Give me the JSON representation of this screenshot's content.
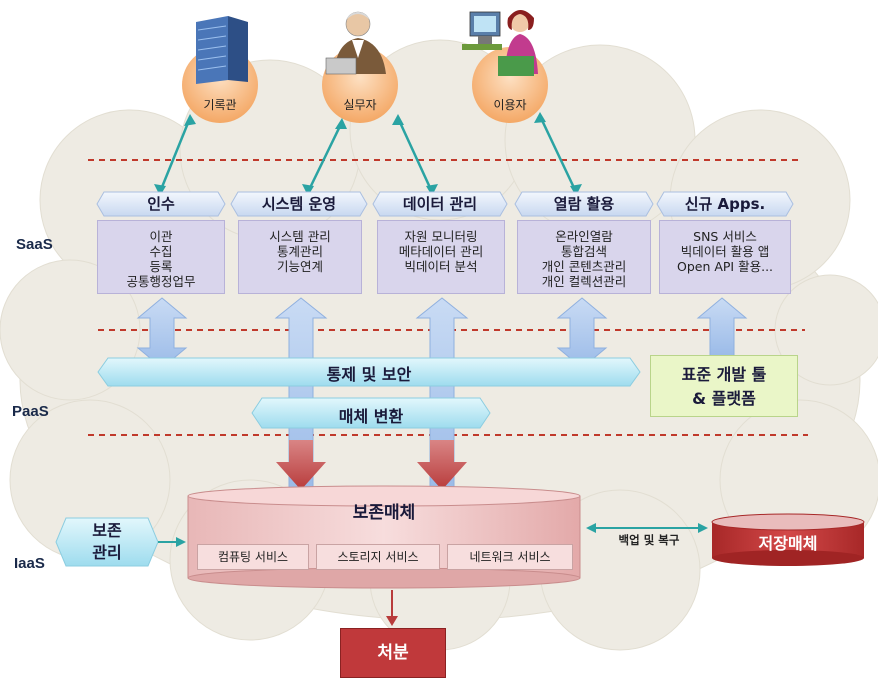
{
  "actors": [
    {
      "label": "기록관",
      "icon": "building-icon"
    },
    {
      "label": "실무자",
      "icon": "worker-icon"
    },
    {
      "label": "이용자",
      "icon": "user-at-computer-icon"
    }
  ],
  "layers": {
    "saas": "SaaS",
    "paas": "PaaS",
    "iaas": "IaaS"
  },
  "services": [
    {
      "title": "인수",
      "items": [
        "이관",
        "수집",
        "등록",
        "공통행정업무"
      ]
    },
    {
      "title": "시스템 운영",
      "items": [
        "시스템 관리",
        "통계관리",
        "기능연계"
      ]
    },
    {
      "title": "데이터 관리",
      "items": [
        "자원 모니터링",
        "메타데이터 관리",
        "빅데이터 분석"
      ]
    },
    {
      "title": "열람 활용",
      "items": [
        "온라인열람",
        "통합검색",
        "개인 콘텐츠관리",
        "개인 컬렉션관리"
      ]
    },
    {
      "title": "신규 Apps.",
      "items": [
        "SNS 서비스",
        "빅데이터 활용 앱",
        "Open API 활용..."
      ]
    }
  ],
  "control_security": "통제 및 보안",
  "tools": {
    "line1": "표준 개발 툴",
    "line2": "& 플랫폼"
  },
  "media_conversion": "매체 변환",
  "preservation_media": {
    "title": "보존매체",
    "services": [
      "컴퓨팅 서비스",
      "스토리지 서비스",
      "네트워크 서비스"
    ]
  },
  "preservation_management": {
    "line1": "보존",
    "line2": "관리"
  },
  "backup_recovery": "백업 및 복구",
  "storage_media": "저장매체",
  "disposal": "처분",
  "colors": {
    "cloud": "#eeebe3",
    "dashed_line": "#c0392b",
    "service_head": "#dfe8f6",
    "service_body": "#d9d5ec",
    "band": "#bfeaf5",
    "tools": "#eaf6c8",
    "storage": "#f1cfcf",
    "red": "#c0393b",
    "actor_circle": "#f7b97e"
  }
}
